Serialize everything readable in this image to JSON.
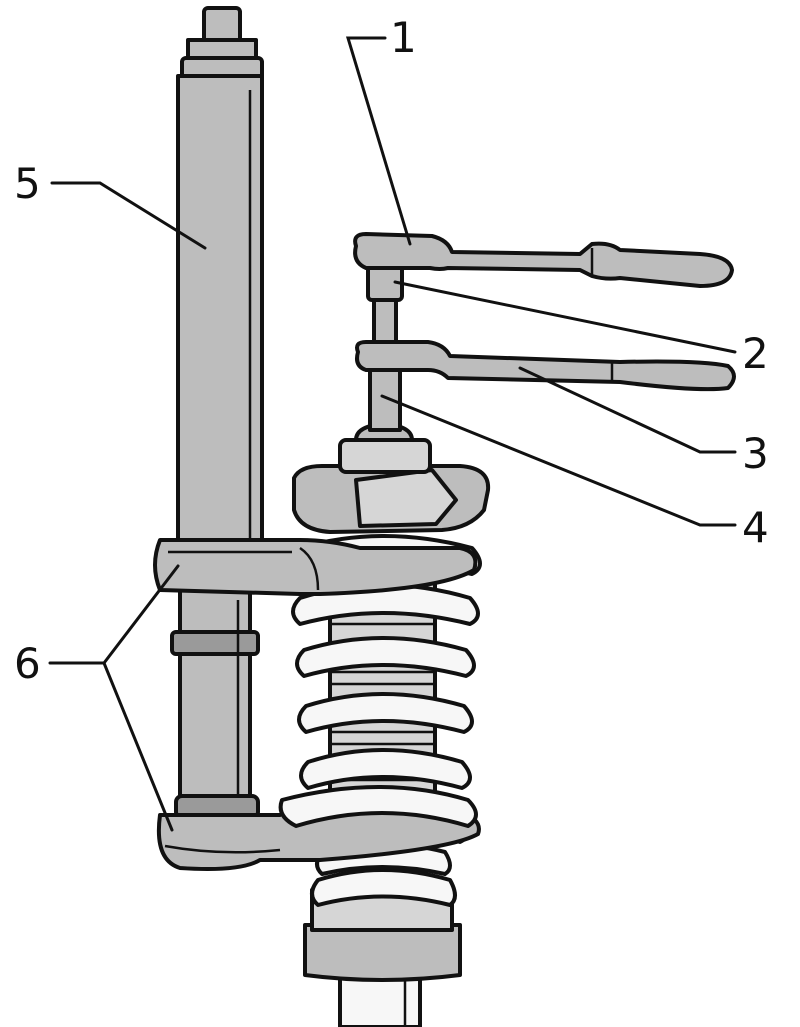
{
  "colors": {
    "metal": "#bdbdbd",
    "metal_light": "#d6d6d6",
    "metal_dark": "#9a9a9a",
    "white": "#f7f7f7",
    "outline": "#111111"
  },
  "callouts": [
    {
      "id": "1",
      "label": "1"
    },
    {
      "id": "2",
      "label": "2"
    },
    {
      "id": "3",
      "label": "3"
    },
    {
      "id": "4",
      "label": "4"
    },
    {
      "id": "5",
      "label": "5"
    },
    {
      "id": "6",
      "label": "6"
    }
  ]
}
